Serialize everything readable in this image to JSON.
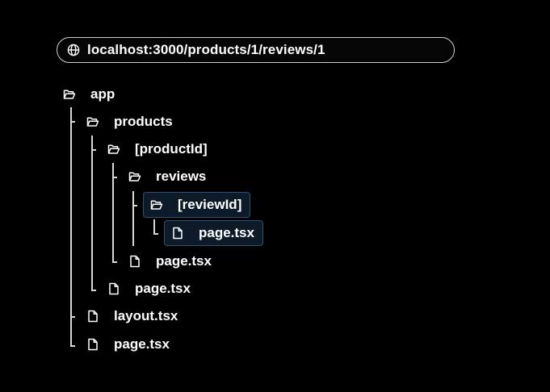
{
  "url_bar": {
    "url": "localhost:3000/products/1/reviews/1"
  },
  "tree": {
    "app": "app",
    "products": "products",
    "productId": "[productId]",
    "reviews": "reviews",
    "reviewId": "[reviewId]",
    "reviewId_page": "page.tsx",
    "reviews_page": "page.tsx",
    "productId_page": "page.tsx",
    "layout": "layout.tsx",
    "app_page": "page.tsx"
  },
  "colors": {
    "background": "#000000",
    "text": "#ffffff",
    "highlight_fill": "#0c1a2a",
    "highlight_border": "#2f4f73"
  }
}
